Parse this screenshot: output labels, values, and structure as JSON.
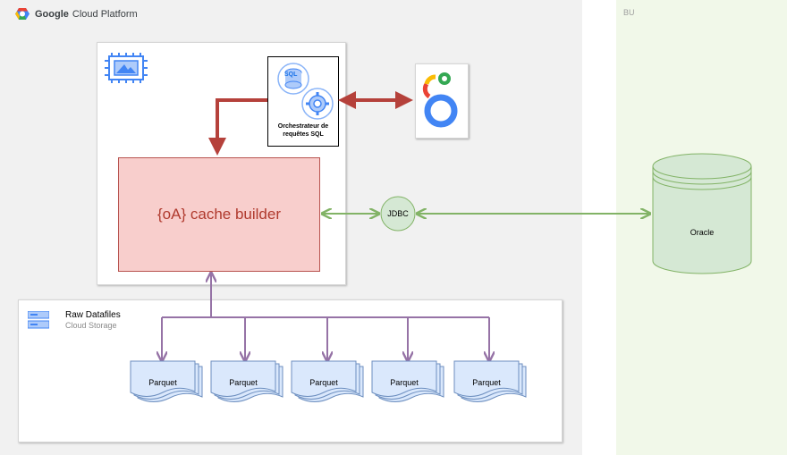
{
  "gcp": {
    "brand": "Google",
    "title": "Cloud Platform"
  },
  "bu": {
    "title": "BU"
  },
  "compute": {
    "main_label": "{oA} cache builder"
  },
  "sql_orchestrator": {
    "label_line1": "Orchestrateur de",
    "label_line2": "requêtes SQL",
    "badge": "SQL"
  },
  "jdbc": {
    "label": "JDBC"
  },
  "oracle": {
    "label": "Oracle"
  },
  "storage": {
    "title": "Raw Datafiles",
    "subtitle": "Cloud Storage",
    "files": [
      {
        "label": "Parquet"
      },
      {
        "label": "Parquet"
      },
      {
        "label": "Parquet"
      },
      {
        "label": "Parquet"
      },
      {
        "label": "Parquet"
      }
    ]
  },
  "colors": {
    "red_arrow": "#b5413b",
    "green_arrow": "#82b366",
    "purple_arrow": "#9673a6",
    "file_fill": "#dae8fc",
    "file_stroke": "#6c8ebf",
    "gcp_blue": "#4285f4"
  }
}
